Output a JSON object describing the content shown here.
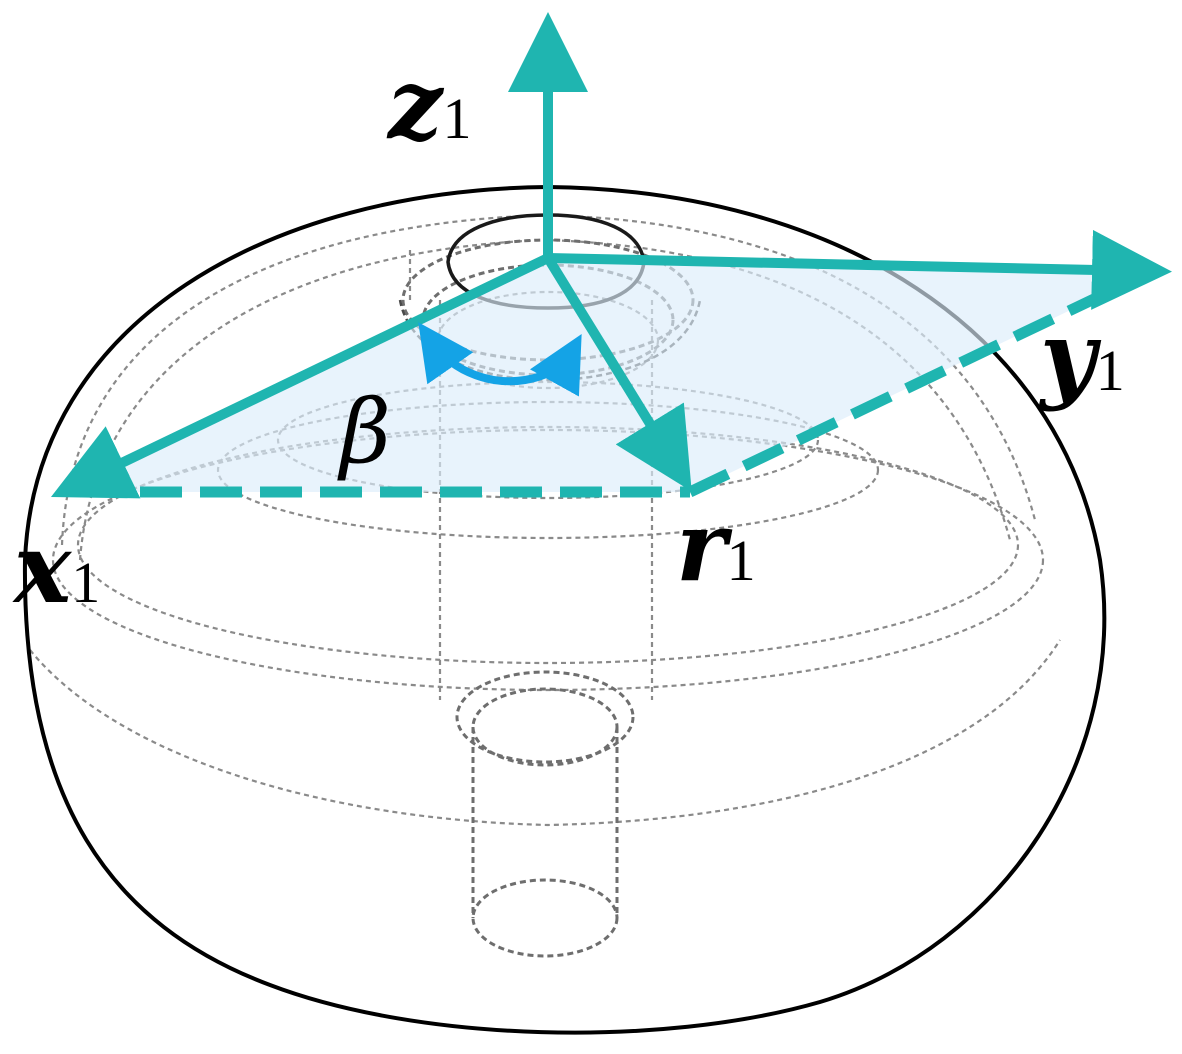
{
  "labels": {
    "z": {
      "main": "z",
      "sub": "1"
    },
    "y": {
      "main": "y",
      "sub": "1"
    },
    "x": {
      "main": "x",
      "sub": "1"
    },
    "r": {
      "main": "r",
      "sub": "1"
    },
    "beta": "β"
  },
  "colors": {
    "axis": "#1fb5b0",
    "plane_fill": "#dcecfa",
    "rotation_arrow": "#14a3e6",
    "outline": "#000000",
    "hidden": "#8a8a8a"
  }
}
